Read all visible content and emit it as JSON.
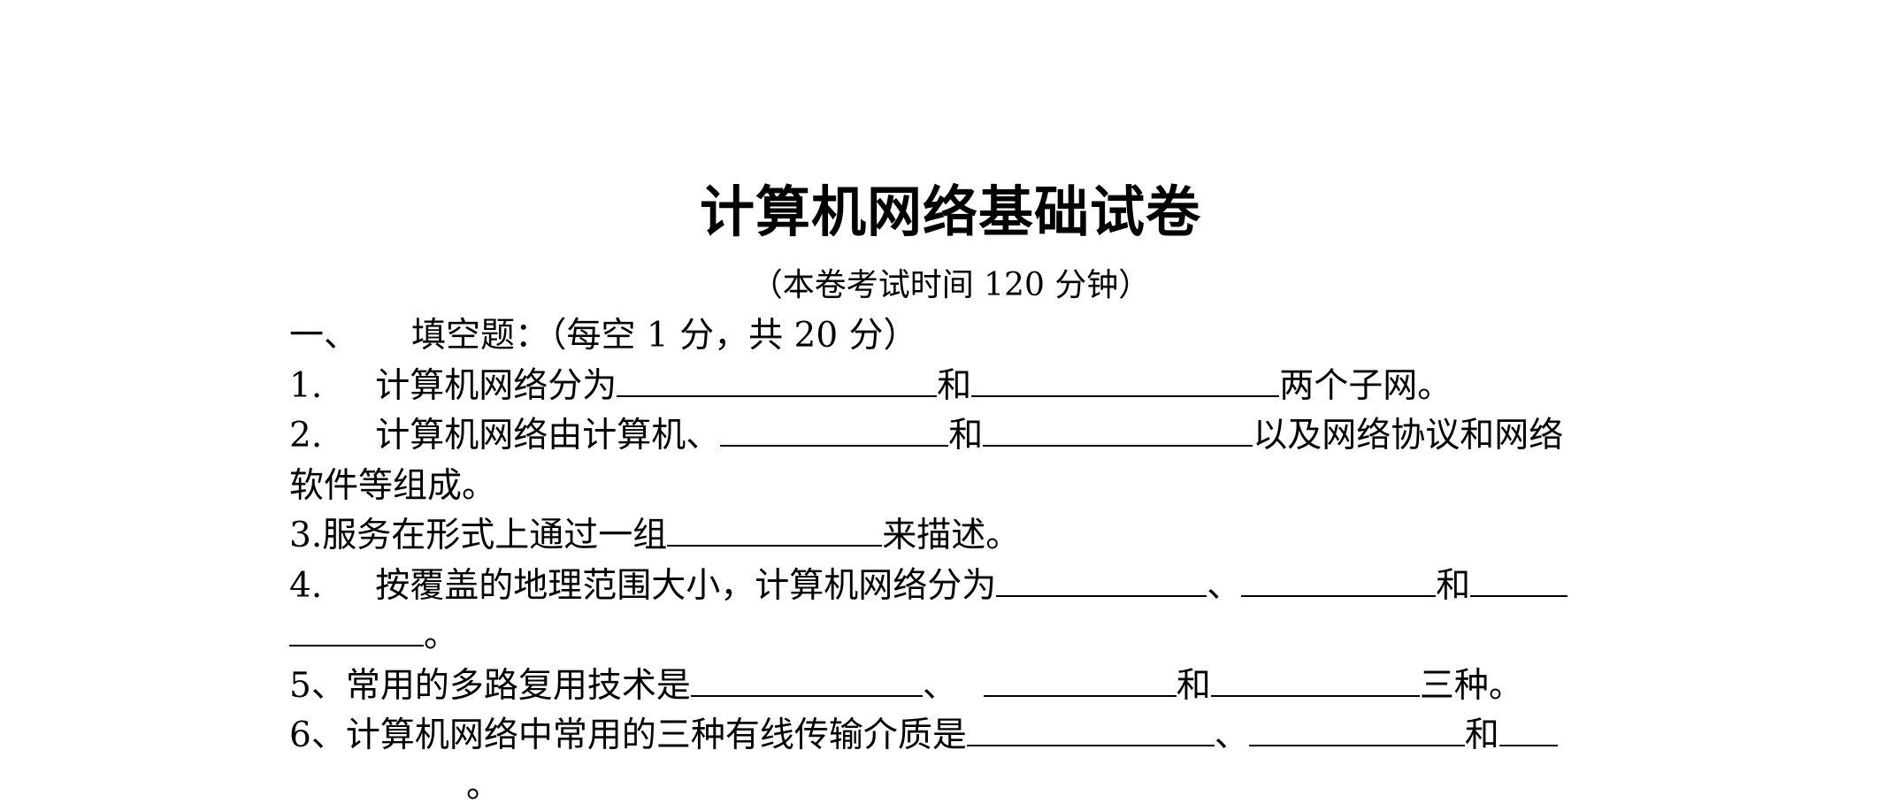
{
  "title": "计算机网络基础试卷",
  "subtitle": "（本卷考试时间 120 分钟）",
  "section1": {
    "number": "一、",
    "heading": "填空题：（每空 1 分，共 20 分）"
  },
  "questions": {
    "q1": {
      "num": "1.",
      "text_a": "计算机网络分为",
      "text_b": "和",
      "text_c": "两个子网。"
    },
    "q2": {
      "num": "2.",
      "text_a": "计算机网络由计算机、",
      "text_b": "和",
      "text_c": "以及网络协议和网络",
      "text_d": "软件等组成。"
    },
    "q3": {
      "num": "3.",
      "text_a": "服务在形式上通过一组",
      "text_b": "来描述。"
    },
    "q4": {
      "num": "4.",
      "text_a": "按覆盖的地理范围大小，计算机网络分为",
      "text_b": "、",
      "text_c": "和",
      "text_d": "。"
    },
    "q5": {
      "num": "5、",
      "text_a": "常用的多路复用技术是",
      "text_b": "、",
      "text_c": "和",
      "text_d": "三种。"
    },
    "q6": {
      "num": "6、",
      "text_a": "计算机网络中常用的三种有线传输介质是",
      "text_b": "、",
      "text_c": "和",
      "text_d": "。"
    }
  }
}
